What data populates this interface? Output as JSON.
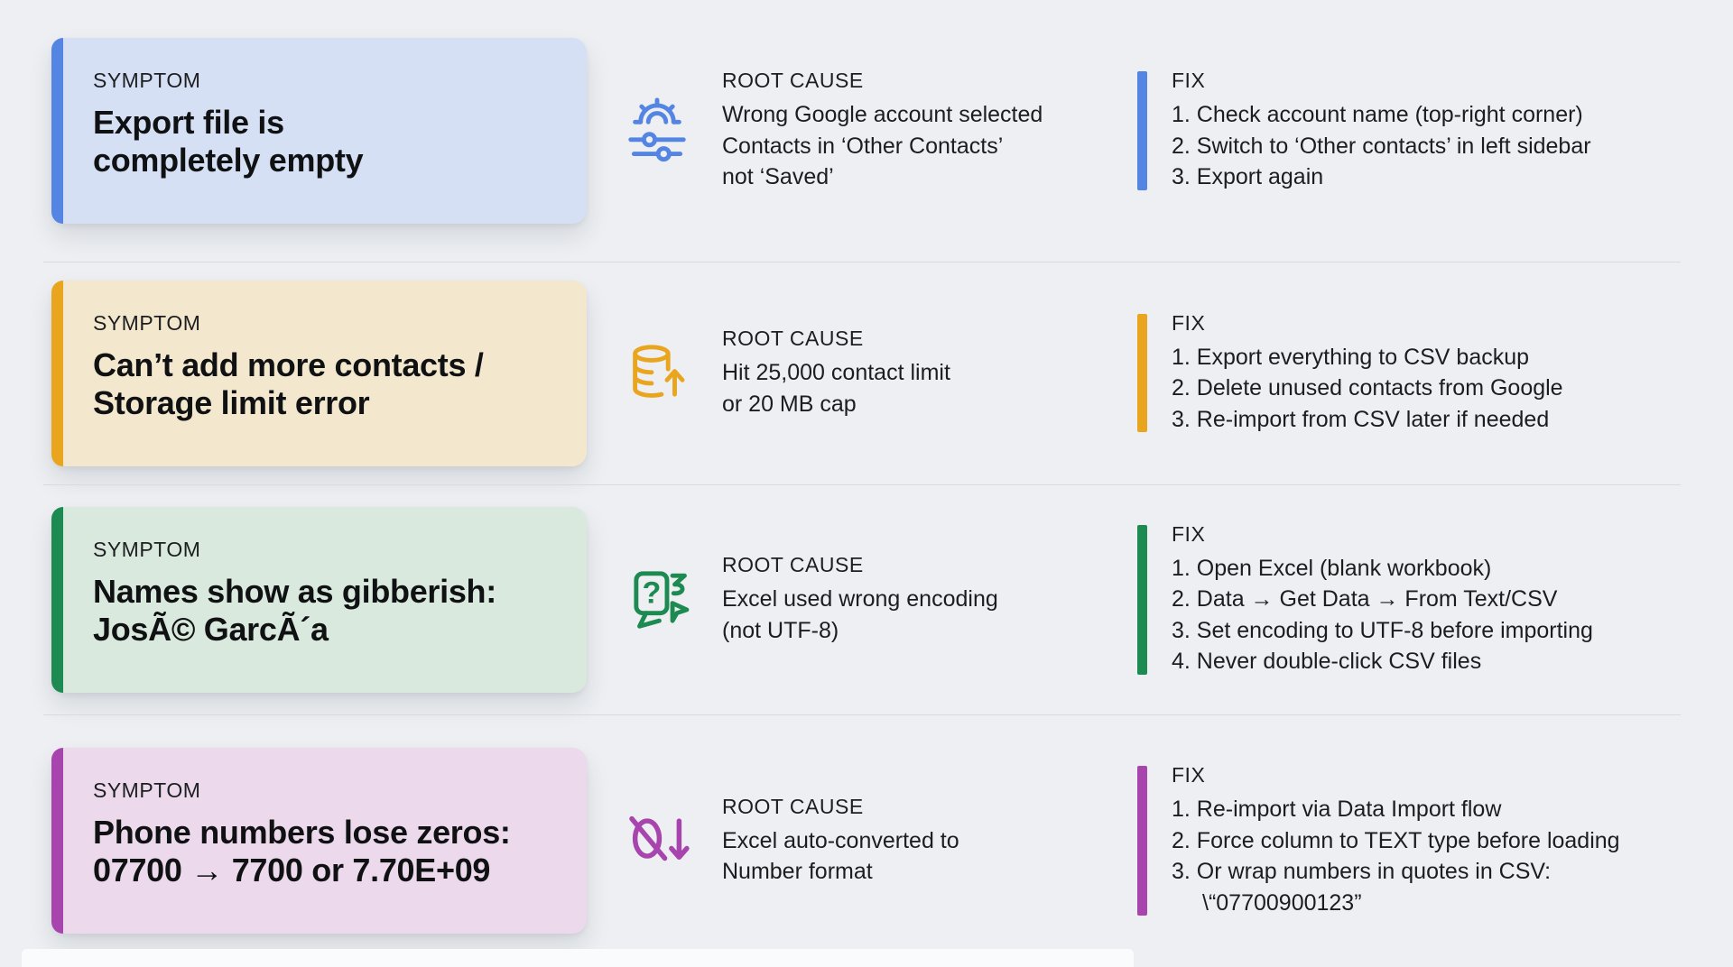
{
  "page": {
    "background": "#edeff2",
    "divider_color": "#d8dadc"
  },
  "rows": [
    {
      "accent": "#5585e2",
      "card_bg": "#d6e0f5",
      "icon": "gear-sliders-icon",
      "symptom_label": "SYMPTOM",
      "title_line1": "Export file is",
      "title_line2": "completely empty",
      "root_cause_label": "ROOT CAUSE",
      "root_cause_lines": [
        "Wrong Google account selected",
        "Contacts in ‘Other Contacts’",
        "not ‘Saved’"
      ],
      "fix_label": "FIX",
      "fix_lines": [
        "1. Check account name (top-right corner)",
        "2. Switch to ‘Other contacts’ in left sidebar",
        "3. Export again"
      ]
    },
    {
      "accent": "#e9a51d",
      "card_bg": "#f3e8cd",
      "icon": "database-upload-icon",
      "symptom_label": "SYMPTOM",
      "title_line1": "Can’t add more contacts /",
      "title_line2": "Storage limit error",
      "root_cause_label": "ROOT CAUSE",
      "root_cause_lines": [
        "Hit 25,000 contact limit",
        "or 20 MB cap"
      ],
      "fix_label": "FIX",
      "fix_lines": [
        "1. Export everything to CSV backup",
        "2. Delete unused contacts from Google",
        "3. Re-import from CSV later if needed"
      ]
    },
    {
      "accent": "#1d8a52",
      "card_bg": "#d9e9de",
      "icon": "encoding-question-icon",
      "symptom_label": "SYMPTOM",
      "title_line1": "Names show as gibberish:",
      "title_line2": "JosÃ© GarcÃ´a",
      "root_cause_label": "ROOT CAUSE",
      "root_cause_lines": [
        "Excel used wrong encoding",
        "(not UTF-8)"
      ],
      "fix_label": "FIX",
      "fix_lines": [
        "1. Open Excel (blank workbook)",
        "2. Data → Get Data → From Text/CSV",
        "3. Set encoding to UTF-8 before importing",
        "4. Never double-click CSV files"
      ]
    },
    {
      "accent": "#a844ae",
      "card_bg": "#ecd9ec",
      "icon": "zero-strikethrough-icon",
      "symptom_label": "SYMPTOM",
      "title_line1": "Phone numbers lose zeros:",
      "title_line2": "07700 → 7700 or 7.70E+09",
      "root_cause_label": "ROOT CAUSE",
      "root_cause_lines": [
        "Excel auto-converted to",
        "Number format"
      ],
      "fix_label": "FIX",
      "fix_lines": [
        "1. Re-import via Data Import flow",
        "2. Force column to TEXT type before loading",
        "3. Or wrap numbers in quotes in CSV:",
        "\\“07700900123”"
      ]
    }
  ]
}
